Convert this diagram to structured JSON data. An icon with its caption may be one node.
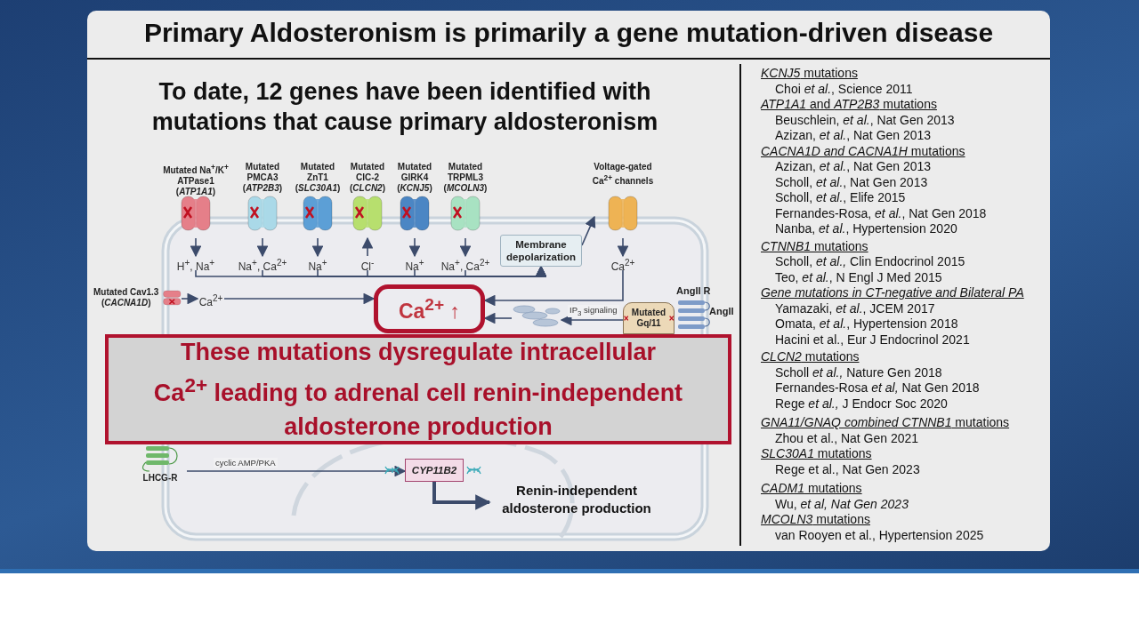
{
  "diagram": {
    "title": "Primary Aldosteronism is primarily a gene mutation-driven disease",
    "nodes": [
      {
        "text": [
          "Mutated Na$^{+}$/K$^{+}$ ATPase1 (*ATP1A1*)"
        ]
      },
      {
        "text": [
          "Mutated PMCA3 (*ATP2B3*)"
        ]
      },
      {
        "text": [
          "Mutated ZnT1 (*SLC30A1*)"
        ]
      },
      {
        "text": [
          "Mutated ClC-2 (*CLCN2*)"
        ]
      },
      {
        "text": [
          "Mutated GIRK4 (*KCNJ5*)"
        ]
      },
      {
        "text": [
          "Mutated TRPML3 (*MCOLN3*)"
        ]
      },
      {
        "text": [
          "Voltage-gated Ca$^{2+}$ channels"
        ]
      },
      {
        "text": [
          "H$^{+}$, Na$^{+}$"
        ]
      },
      {
        "text": [
          "Na$^{+}$, Ca$^{2+}$"
        ]
      },
      {
        "text": [
          "Na$^{+}$"
        ]
      },
      {
        "text": [
          "Cl$^{-}$"
        ]
      },
      {
        "text": [
          "Na$^{+}$"
        ]
      },
      {
        "text": [
          "Na$^{+}$, Ca$^{2+}$"
        ]
      },
      {
        "text": [
          "Membrane depolarization"
        ]
      },
      {
        "text": [
          "Ca$^{2+}$"
        ]
      },
      {
        "text": [
          "Mutated Cav1.3 (*CACNA1D*)"
        ]
      },
      {
        "text": [
          "Ca$^{2+}$"
        ]
      },
      {
        "text": [
          "Ca$^{2+}$ ↑"
        ]
      },
      {
        "text": [],
        "shape": "picture"
      },
      {
        "text": [
          "Mutated Gq/11"
        ]
      },
      {
        "text": [
          "These mutations dysregulate intracellular Ca$^{2+}$ leading to adrenal cell renin-independent aldosterone production"
        ]
      },
      {
        "text": [
          "LHCG-R"
        ]
      },
      {
        "text": [
          "CYP11B2"
        ]
      },
      {
        "text": [
          "Renin-independent aldosterone production"
        ]
      }
    ],
    "edges": [
      {
        "from": 0,
        "to": 7,
        "arrow": "to"
      },
      {
        "from": 1,
        "to": 8,
        "arrow": "to"
      },
      {
        "from": 2,
        "to": 9,
        "arrow": "to"
      },
      {
        "from": 10,
        "to": 3,
        "arrow": "to"
      },
      {
        "from": 4,
        "to": 11,
        "arrow": "to"
      },
      {
        "from": 5,
        "to": 12,
        "arrow": "to"
      },
      {
        "from": 7,
        "to": 13,
        "arrow": "to"
      },
      {
        "from": 8,
        "to": 13,
        "arrow": "to"
      },
      {
        "from": 9,
        "to": 13,
        "arrow": "to"
      },
      {
        "from": 10,
        "to": 13,
        "arrow": "to"
      },
      {
        "from": 11,
        "to": 13,
        "arrow": "to"
      },
      {
        "from": 12,
        "to": 13,
        "arrow": "to"
      },
      {
        "from": 13,
        "to": 6,
        "arrow": "to"
      },
      {
        "from": 6,
        "to": 14,
        "arrow": "to"
      },
      {
        "from": 14,
        "to": 17,
        "arrow": "to"
      },
      {
        "from": 15,
        "to": 16,
        "arrow": "to"
      },
      {
        "from": 16,
        "to": 17,
        "arrow": "to"
      },
      {
        "from": 19,
        "to": 18,
        "arrow": "to",
        "label": "IP$_{3}$ signaling"
      },
      {
        "from": 18,
        "to": 17,
        "arrow": "to"
      },
      {
        "from": 21,
        "to": 22,
        "arrow": "to",
        "label": "cyclic AMP/PKA"
      },
      {
        "from": 22,
        "to": 23,
        "arrow": "to",
        "style": "thick"
      }
    ],
    "labels": [
      "To date, 12 genes have been identified with mutations that cause primary aldosteronism",
      "AngII R",
      "AngII",
      "*KCNJ5* mutations",
      "Choi *et al.*, Science 2011",
      "*ATP1A1* and *ATP2B3* mutations",
      "Beuschlein, *et al.*, Nat Gen 2013",
      "Azizan, *et al.*, Nat Gen 2013",
      "*CACNA1D and CACNA1H* mutations",
      "Azizan, *et al.*, Nat Gen 2013",
      "Scholl, *et al.*, Nat Gen 2013",
      "Scholl, *et al.*, Elife 2015",
      "Fernandes-Rosa, *et al.*, Nat Gen 2018",
      "Nanba, *et al.*, Hypertension 2020",
      "*CTNNB1* mutations",
      "Scholl, *et al.,* Clin Endocrinol 2015",
      "Teo, *et al.*, N Engl J Med 2015",
      "Gene mutations in CT-negative and Bilateral PA",
      "Yamazaki, *et al.*, JCEM 2017",
      "Omata, *et al.*, Hypertension 2018",
      "Hacini et al., Eur J Endocrinol 2021",
      "*CLCN2* mutations",
      "Scholl *et al.,* Nature Gen 2018",
      "Fernandes-Rosa *et al,* Nat Gen 2018",
      "Rege *et al.,* J Endocr Soc 2020",
      "*GNA11/GNAQ combined CTNNB1* mutations",
      "Zhou et al., Nat Gen 2021",
      "*SLC30A1* mutations",
      "Rege et al., Nat Gen 2023",
      "*CADM1* mutations",
      "Wu, *et al, Nat Gen 2023*",
      "*MCOLN3* mutations",
      "van Rooyen et al., Hypertension 2025"
    ]
  }
}
